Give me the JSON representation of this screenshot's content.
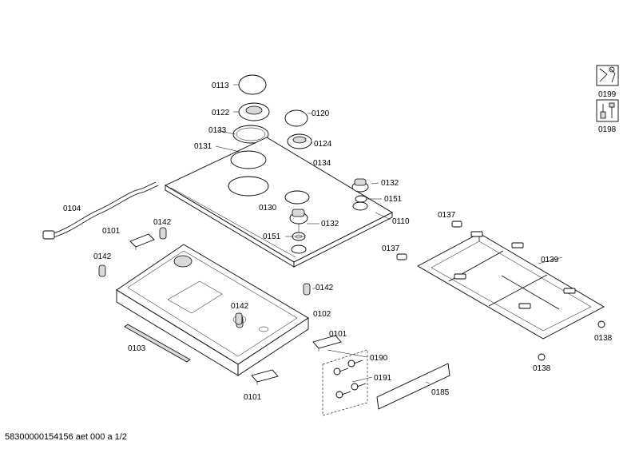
{
  "parts": {
    "p0113": "0113",
    "p0122": "0122",
    "p0120": "0120",
    "p0133": "0133",
    "p0131": "0131",
    "p0124": "0124",
    "p0134": "0134",
    "p0132a": "0132",
    "p0151a": "0151",
    "p0130": "0130",
    "p0132b": "0132",
    "p0110": "0110",
    "p0151b": "0151",
    "p0104": "0104",
    "p0101a": "0101",
    "p0142a": "0142",
    "p0142b": "0142",
    "p0142c": "0142",
    "p0102": "0102",
    "p0142d": "0142",
    "p0137a": "0137",
    "p0137b": "0137",
    "p0139": "0139",
    "p0138a": "0138",
    "p0138b": "0138",
    "p0101b": "0101",
    "p0190": "0190",
    "p0191": "0191",
    "p0185": "0185",
    "p0103": "0103",
    "p0101c": "0101",
    "p0199": "0199",
    "p0198": "0198"
  },
  "footer": "58300000154156 aet 000 a 1/2",
  "icons": [
    "service-manual-icon",
    "tools-icon"
  ]
}
